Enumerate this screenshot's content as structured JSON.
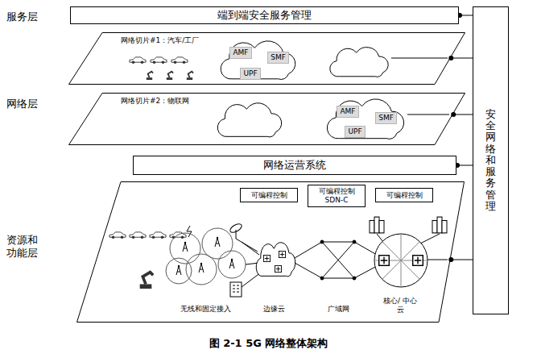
{
  "diagram": {
    "caption": "图 2-1 5G 网络整体架构",
    "nodes": [
      {
        "text": [
          "端到端安全服务管理"
        ]
      },
      {
        "text": [
          "网络切片#1：汽车/工厂"
        ]
      },
      {
        "text": [
          "AMF"
        ],
        "in": 1
      },
      {
        "text": [
          "SMF"
        ],
        "in": 1
      },
      {
        "text": [
          "UPF"
        ],
        "in": 1
      },
      {
        "text": [
          "网络切片#2：物联网"
        ]
      },
      {
        "text": [
          "AMF"
        ],
        "in": 5
      },
      {
        "text": [
          "SMF"
        ],
        "in": 5
      },
      {
        "text": [
          "UPF"
        ],
        "in": 5
      },
      {
        "text": [
          "网络运营系统"
        ]
      },
      {
        "text": [
          "无线和固定接入",
          "边缘云",
          "广域网",
          "核心/ 中心云"
        ]
      },
      {
        "text": [
          "可编程控制"
        ],
        "in": 10
      },
      {
        "text": [
          "可编程控制 SDN-C"
        ],
        "in": 10
      },
      {
        "text": [
          "可编程控制"
        ],
        "in": 10
      },
      {
        "text": [
          "安全网络和服务管理"
        ]
      }
    ],
    "edges": [
      {
        "from": 0,
        "to": 14,
        "arrow": "none"
      },
      {
        "from": 1,
        "to": 14,
        "arrow": "none"
      },
      {
        "from": 5,
        "to": 14,
        "arrow": "none"
      },
      {
        "from": 9,
        "to": 14,
        "arrow": "none"
      },
      {
        "from": 10,
        "to": 14,
        "arrow": "none"
      }
    ],
    "labels": [
      "服务层",
      "网络层",
      "资源和 功能层"
    ]
  }
}
